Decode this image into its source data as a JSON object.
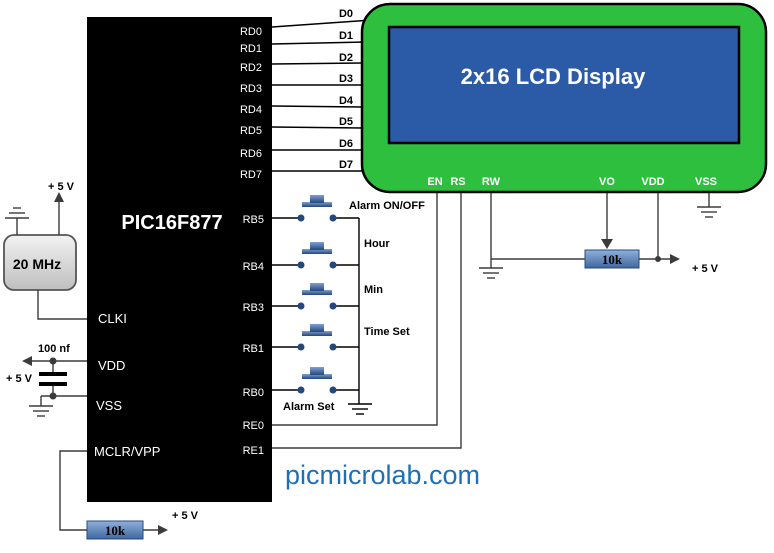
{
  "mcu": {
    "name": "PIC16F877",
    "right_pins": [
      "RD0",
      "RD1",
      "RD2",
      "RD3",
      "RD4",
      "RD5",
      "RD6",
      "RD7",
      "RB5",
      "RB4",
      "RB3",
      "RB1",
      "RB0",
      "RE0",
      "RE1"
    ],
    "left_labels": [
      "CLKI",
      "VDD",
      "VSS",
      "MCLR/VPP"
    ]
  },
  "lcd": {
    "title": "2x16 LCD Display",
    "data_pins": [
      "D0",
      "D1",
      "D2",
      "D3",
      "D4",
      "D5",
      "D6",
      "D7"
    ],
    "control_pins": [
      "EN",
      "RS",
      "RW",
      "VO",
      "VDD",
      "VSS"
    ]
  },
  "buttons": [
    "Alarm ON/OFF",
    "Hour",
    "Min",
    "Time Set",
    "Alarm Set"
  ],
  "crystal": {
    "label": "20 MHz",
    "supply": "+ 5 V"
  },
  "capacitor": {
    "label": "100 nf",
    "supply": "+ 5 V"
  },
  "pot": {
    "label": "10k",
    "supply": "+ 5 V"
  },
  "mclr_resistor": {
    "label": "10k",
    "supply": "+ 5 V"
  },
  "footer": "picmicrolab.com",
  "colors": {
    "lcd_bezel": "#2fbf3f",
    "lcd_screen": "#2b5aa6",
    "chip": "#000000",
    "resistor": "#5b80b8",
    "footer": "#1f6fb8"
  }
}
